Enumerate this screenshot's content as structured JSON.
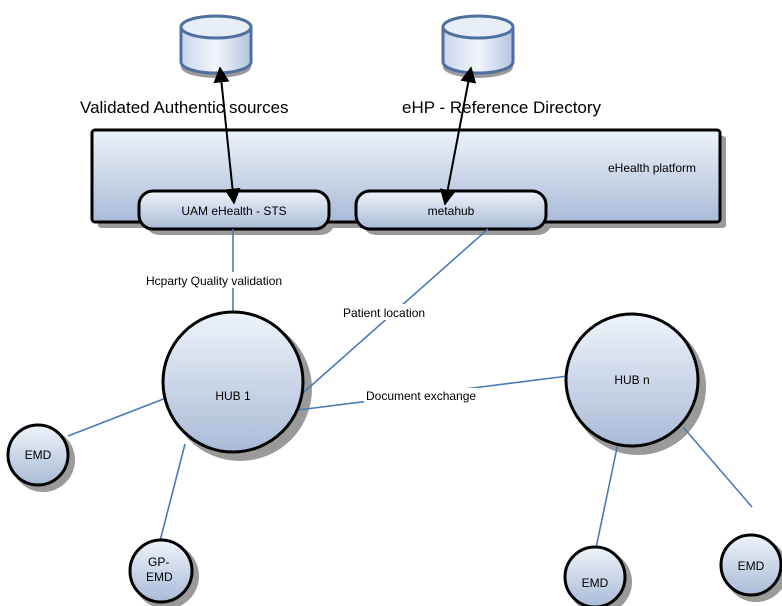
{
  "colors": {
    "node_fill_light": "#e3ebf6",
    "node_fill_dark": "#a7b9d6",
    "outline": "#000000",
    "link_line": "#4a7ab8",
    "shadow": "#9a9a9a"
  },
  "databases": {
    "authentic_sources": {
      "label": "Validated Authentic sources"
    },
    "reference_directory": {
      "label": "eHP - Reference Directory"
    }
  },
  "platform": {
    "label": "eHealth platform"
  },
  "services": {
    "uam": {
      "label": "UAM eHealth - STS"
    },
    "metahub": {
      "label": "metahub"
    }
  },
  "links": {
    "quality_validation": {
      "label": "Hcparty Quality validation"
    },
    "patient_location": {
      "label": "Patient location"
    },
    "document_exchange": {
      "label": "Document exchange"
    }
  },
  "hubs": {
    "hub1": {
      "label": "HUB 1"
    },
    "hubn": {
      "label": "HUB n"
    }
  },
  "endpoints": {
    "emd_left": {
      "label": "EMD"
    },
    "gp_emd": {
      "label_line1": "GP-",
      "label_line2": "EMD"
    },
    "emd_right_1": {
      "label": "EMD"
    },
    "emd_right_2": {
      "label": "EMD"
    }
  }
}
